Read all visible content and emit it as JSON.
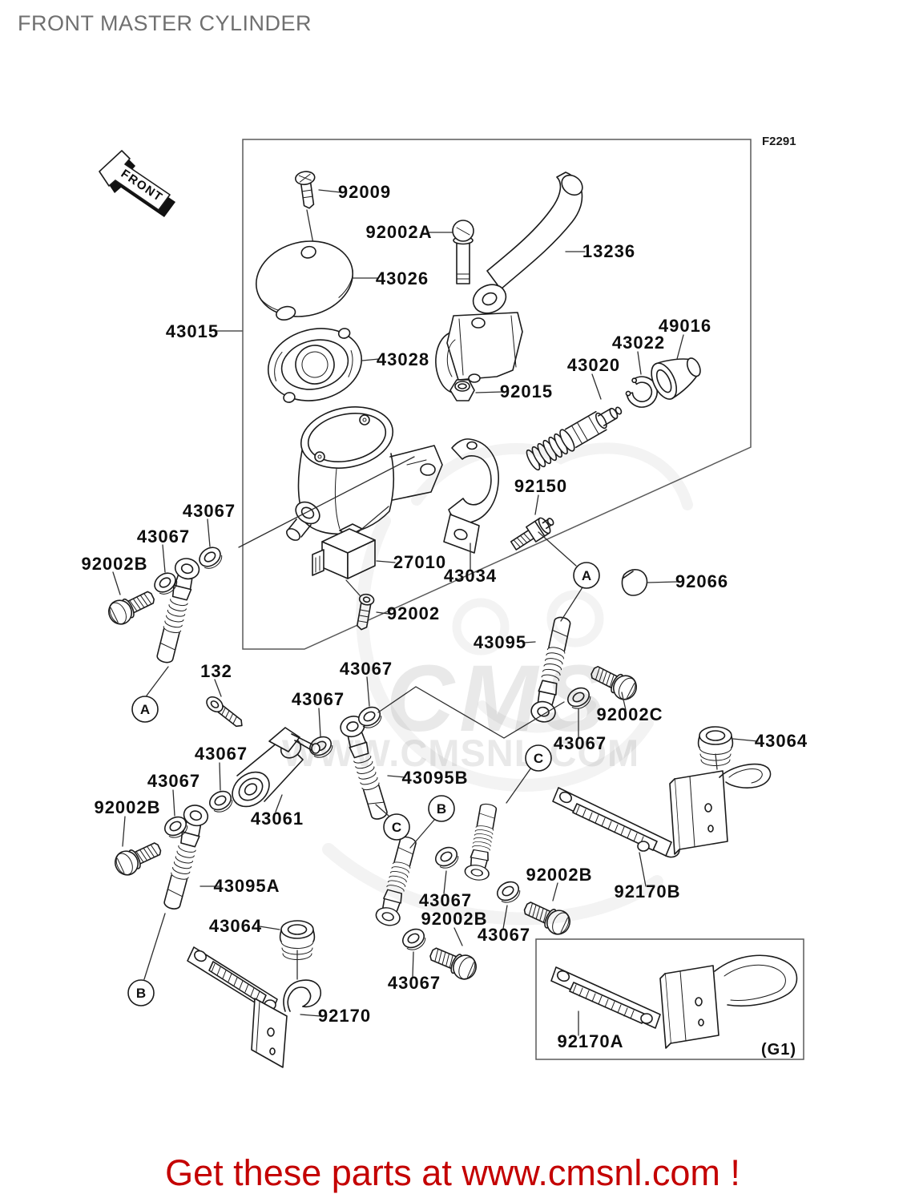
{
  "page": {
    "title": "FRONT MASTER CYLINDER",
    "figure_code": "F2291",
    "front_label": "FRONT",
    "footer_text": "Get these parts at www.cmsnl.com !",
    "watermark": {
      "brand": "CMS",
      "url": "WWW.CMSNL.COM"
    }
  },
  "callouts": [
    {
      "code": "92009"
    },
    {
      "code": "92002A"
    },
    {
      "code": "43026"
    },
    {
      "code": "13236"
    },
    {
      "code": "43015"
    },
    {
      "code": "43028"
    },
    {
      "code": "92015"
    },
    {
      "code": "43020"
    },
    {
      "code": "43022"
    },
    {
      "code": "49016"
    },
    {
      "code": "92150"
    },
    {
      "code": "27010"
    },
    {
      "code": "43034"
    },
    {
      "code": "92002"
    },
    {
      "code": "92066"
    },
    {
      "code": "43067"
    },
    {
      "code": "43067"
    },
    {
      "code": "92002B"
    },
    {
      "code": "43095"
    },
    {
      "code": "132"
    },
    {
      "code": "43067"
    },
    {
      "code": "43067"
    },
    {
      "code": "43095B"
    },
    {
      "code": "92002C"
    },
    {
      "code": "43067"
    },
    {
      "code": "43064"
    },
    {
      "code": "43067"
    },
    {
      "code": "43067"
    },
    {
      "code": "92002B"
    },
    {
      "code": "43061"
    },
    {
      "code": "43095A"
    },
    {
      "code": "43064"
    },
    {
      "code": "92170"
    },
    {
      "code": "43067"
    },
    {
      "code": "92002B"
    },
    {
      "code": "43067"
    },
    {
      "code": "92002B"
    },
    {
      "code": "43067"
    },
    {
      "code": "92170B"
    },
    {
      "code": "92170A"
    },
    {
      "code": "(G1)"
    }
  ],
  "connectors": [
    {
      "label": "A"
    },
    {
      "label": "A"
    },
    {
      "label": "B"
    },
    {
      "label": "B"
    },
    {
      "label": "C"
    },
    {
      "label": "C"
    }
  ]
}
